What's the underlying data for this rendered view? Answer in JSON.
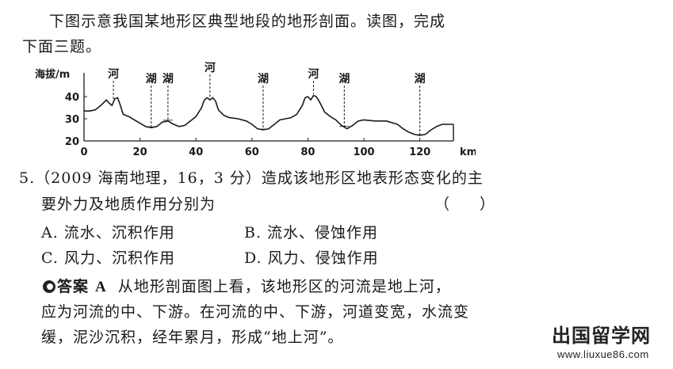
{
  "intro": {
    "line1": "下图示意我国某地形区典型地段的地形剖面。读图，完成",
    "line2": "下面三题。"
  },
  "chart_data": {
    "type": "line",
    "ylabel": "海拔/m",
    "xlabel": "km",
    "xlim": [
      0,
      132
    ],
    "ylim": [
      20,
      45
    ],
    "xticks": [
      0,
      20,
      40,
      60,
      80,
      100,
      120
    ],
    "yticks": [
      20,
      30,
      40
    ],
    "x": [
      0,
      2,
      4,
      6,
      8,
      9,
      10,
      11,
      12,
      13,
      14,
      16,
      18,
      20,
      22,
      24,
      26,
      28,
      30,
      32,
      34,
      36,
      38,
      40,
      42,
      43,
      44,
      45,
      46,
      47,
      48,
      50,
      52,
      55,
      58,
      60,
      62,
      64,
      66,
      68,
      70,
      72,
      74,
      76,
      78,
      79,
      80,
      81,
      82,
      83,
      84,
      85,
      86,
      88,
      90,
      92,
      94,
      96,
      98,
      100,
      104,
      108,
      112,
      114,
      116,
      118,
      120,
      122,
      124,
      126,
      128,
      132
    ],
    "values": [
      33.5,
      33.5,
      34,
      36,
      38.5,
      37,
      36,
      39,
      39.5,
      36,
      32,
      31,
      29.5,
      28,
      26.5,
      26,
      26.5,
      28.5,
      29,
      27.5,
      26.5,
      27,
      29,
      31,
      35,
      38.5,
      39.5,
      38.5,
      39.5,
      38,
      34,
      31.5,
      30.5,
      30,
      29,
      27.5,
      25.5,
      25,
      25.5,
      27.5,
      29.5,
      30,
      30.5,
      32,
      36,
      39.5,
      40,
      38.5,
      40.5,
      40,
      38,
      35.5,
      33,
      31,
      29.5,
      27,
      25.5,
      27,
      29,
      29.5,
      29,
      29,
      27.5,
      25.5,
      24,
      23,
      22.5,
      23,
      25,
      26.5,
      27.5,
      27.5
    ],
    "annotations": [
      {
        "label": "河",
        "x": 10.5
      },
      {
        "label": "湖",
        "x": 24
      },
      {
        "label": "湖",
        "x": 30
      },
      {
        "label": "河",
        "x": 45
      },
      {
        "label": "湖",
        "x": 64
      },
      {
        "label": "河",
        "x": 82
      },
      {
        "label": "湖",
        "x": 93
      },
      {
        "label": "湖",
        "x": 120
      }
    ]
  },
  "question": {
    "number_prefix": "5.",
    "source": "（2009 海南地理，16，3 分）",
    "text1": "造成该地形区地表形态变化的主",
    "text2": "要外力及地质作用分别为",
    "paren": "（　　）",
    "options": {
      "A": "A. 流水、沉积作用",
      "B": "B. 流水、侵蚀作用",
      "C": "C. 风力、沉积作用",
      "D": "D. 风力、侵蚀作用"
    }
  },
  "answer": {
    "label": "答案",
    "letter": "A",
    "line1": "从地形剖面图上看，该地形区的河流是地上河，",
    "line2": "应为河流的中、下游。在河流的中、下游，河道变宽，水流变",
    "line3": "缓，泥沙沉积，经年累月，形成“地上河”。"
  },
  "watermark": {
    "cn": "出国留学网",
    "url": "www.liuxue86.com"
  }
}
